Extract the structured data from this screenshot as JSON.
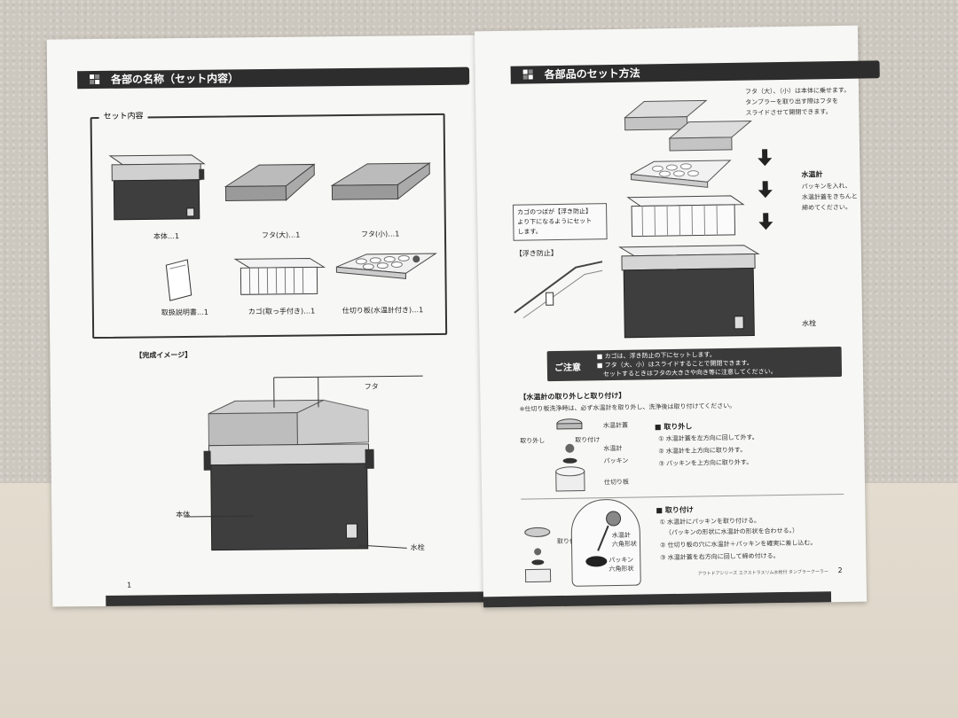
{
  "left_page": {
    "header_title": "各部の名称（セット内容）",
    "set_label": "セット内容",
    "items": [
      {
        "label": "本体…1"
      },
      {
        "label": "フタ(大)…1"
      },
      {
        "label": "フタ(小)…1"
      },
      {
        "label": "取扱説明書…1"
      },
      {
        "label": "カゴ(取っ手付き)…1"
      },
      {
        "label": "仕切り板(水温計付き)…1"
      }
    ],
    "completed_title": "【完成イメージ】",
    "callouts": {
      "lid": "フタ",
      "body": "本体",
      "faucet": "水栓"
    },
    "page_number": "1"
  },
  "right_page": {
    "header_title": "各部品のセット方法",
    "lid_note": [
      "フタ（大）、（小）は本体に乗せます。",
      "タンブラーを取り出す際はフタを",
      "スライドさせて開閉できます。"
    ],
    "thermometer_label": "水温計",
    "thermometer_note": [
      "パッキンを入れ、",
      "水温計蓋をきちんと",
      "締めてください。"
    ],
    "basket_note": [
      "カゴのつばが【浮き防止】",
      "より下になるようにセット",
      "します。"
    ],
    "anti_float_label": "【浮き防止】",
    "faucet_label": "水栓",
    "caution": {
      "title": "ご注意",
      "lines": [
        "■ カゴは、浮き防止の下にセットします。",
        "■ フタ（大、小）はスライドすることで開閉できます。",
        "　セットするときはフタの大きさや向き等に注意してください。"
      ]
    },
    "thermo_section_title": "【水温計の取り外しと取り付け】",
    "thermo_section_note": "※仕切り板洗浄時は、必ず水温計を取り外し、洗浄後は取り付けてください。",
    "diagram1_labels": {
      "cap": "水温計蓋",
      "remove": "取り外し",
      "attach": "取り付け",
      "thermo": "水温計",
      "packing": "パッキン",
      "divider": "仕切り板"
    },
    "removal": {
      "title": "■ 取り外し",
      "steps": [
        "① 水温計蓋を左方向に回して外す。",
        "② 水温計を上方向に取り外す。",
        "③ パッキンを上方向に取り外す。"
      ]
    },
    "diagram2_labels": {
      "attach": "取り付け",
      "thermo_hex": [
        "水温計",
        "六角形状"
      ],
      "packing_hex": [
        "パッキン",
        "六角形状"
      ]
    },
    "attachment": {
      "title": "■ 取り付け",
      "steps": [
        "① 水温計にパッキンを取り付ける。",
        "（パッキンの形状に水温計の形状を合わせる。）",
        "② 仕切り板の穴に水温計＋パッキンを確実に差し込む。",
        "③ 水温計蓋を右方向に回して締め付ける。"
      ]
    },
    "footer_text": "アウトドアシリーズ エクストラスリム水栓付 タンブラークーラー",
    "page_number": "2"
  },
  "colors": {
    "header_bg": "#2d2d2d",
    "body_dark": "#3e3e3e",
    "trim": "#cfcfcf"
  }
}
